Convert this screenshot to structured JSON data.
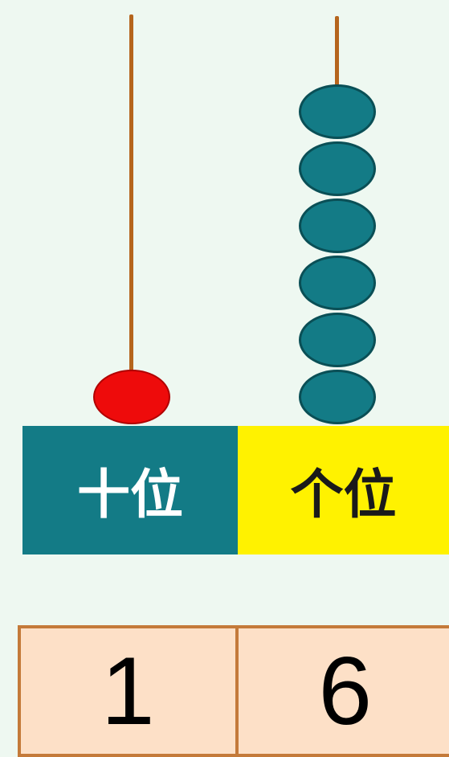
{
  "places": {
    "tens_label": "十位",
    "ones_label": "个位"
  },
  "beads": {
    "tens_count": 1,
    "ones_count": 6,
    "tens_color": "#ee0b0b",
    "ones_color": "#137b86"
  },
  "digits": {
    "tens": "1",
    "ones": "6"
  },
  "colors": {
    "rod": "#b5651d",
    "tens_box": "#137b86",
    "ones_box": "#fff200",
    "digit_cell": "#fde0c7",
    "background": "#eef8f1"
  }
}
